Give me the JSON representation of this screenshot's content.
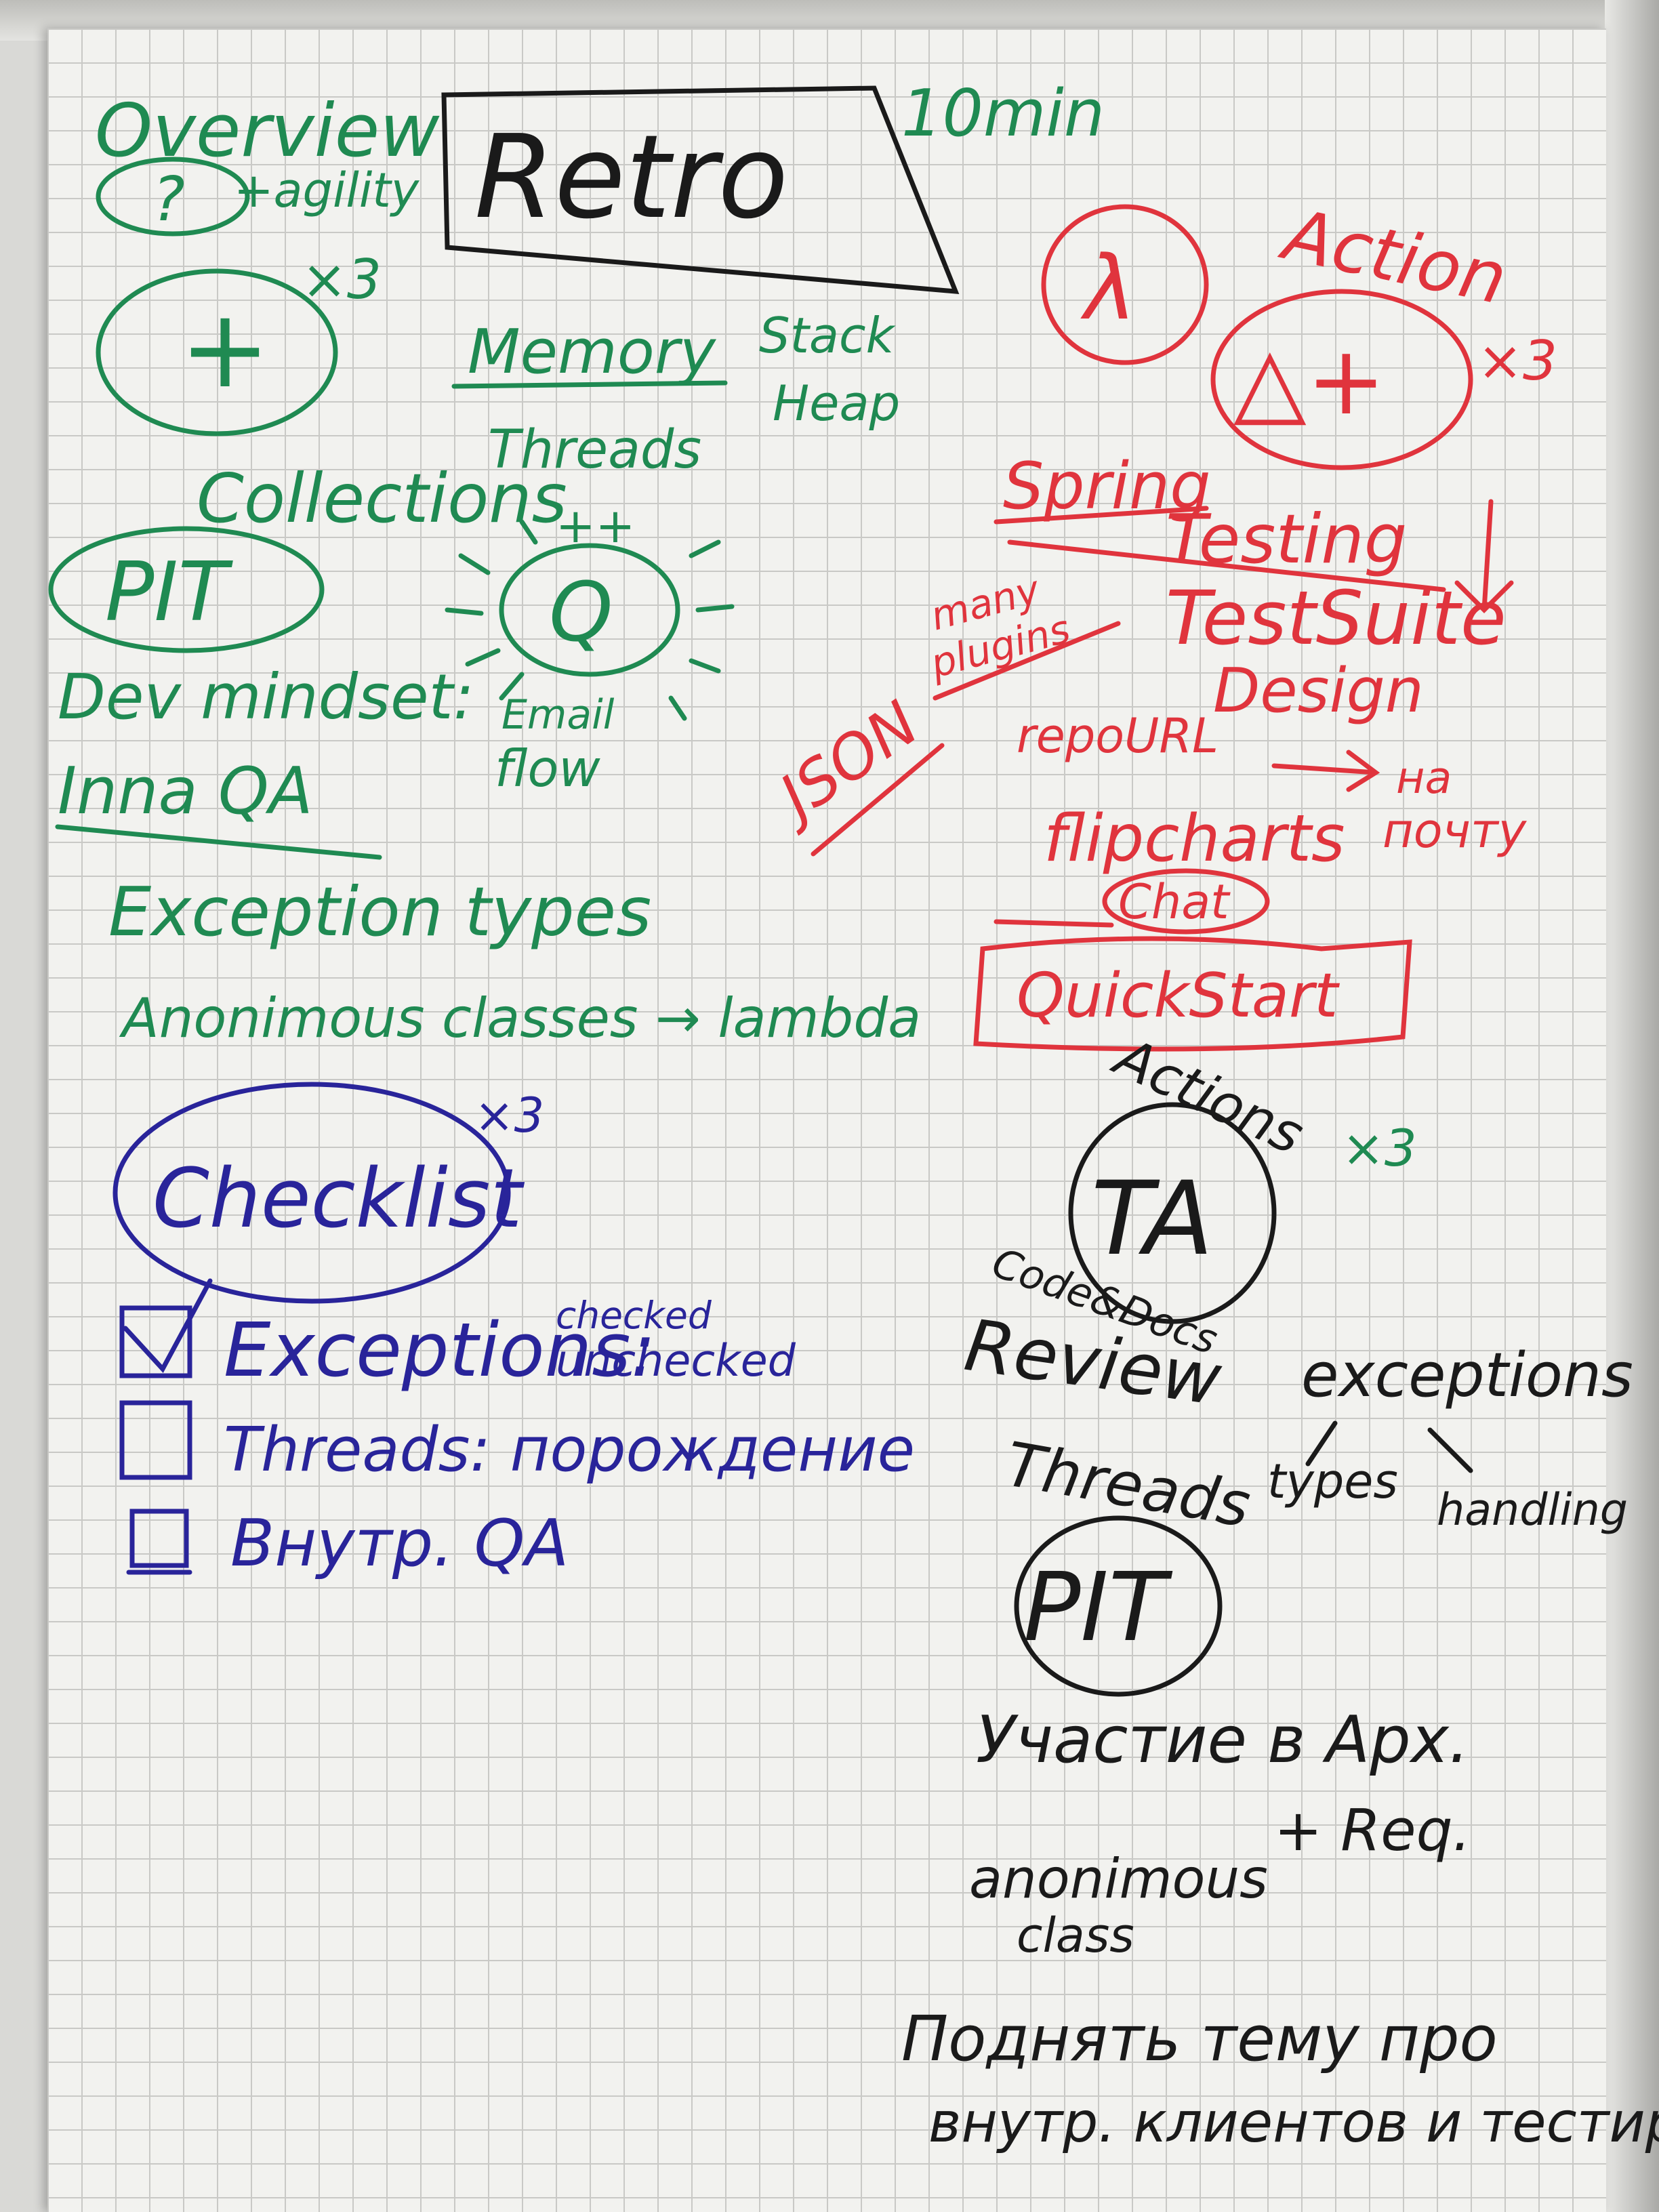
{
  "top_left": {
    "overview": "Overview",
    "question_mark": "?",
    "agility": "+agility",
    "retro": "Retro",
    "time": "10min",
    "plus_symbol": "+",
    "x3_plus": "×3",
    "memory": "Memory",
    "stack": "Stack",
    "heap": "Heap",
    "threads": "Threads",
    "collections": "Collections",
    "plus_plus": "++",
    "pit": "PIT",
    "q": "Q",
    "dev_mindset": "Dev mindset:",
    "email_flow_1": "Email",
    "email_flow_2": "flow",
    "inna_qa": "Inna QA",
    "exception_types": "Exception types",
    "anonymous_lambda": "Anonimous classes → lambda"
  },
  "top_right": {
    "delta_x": "λ",
    "action": "Action",
    "delta_plus": "△+",
    "x3_action": "×3",
    "spring": "Spring",
    "testing": "Testing",
    "many_plugins_1": "many",
    "many_plugins_2": "plugins",
    "testsuite": "TestSuite",
    "design": "Design",
    "json": "JSON",
    "repourl": "repoURL",
    "na_pochtu_1": "на",
    "na_pochtu_2": "почту",
    "flipcharts": "flipcharts",
    "chat": "Chat",
    "quickstart": "QuickStart"
  },
  "checklist": {
    "title": "Checklist",
    "x3": "×3",
    "items": [
      {
        "label": "Exceptions:",
        "checked": true
      },
      {
        "label": "Threads: порождение",
        "checked": false
      },
      {
        "label": "Внутр. QA",
        "checked": false
      }
    ],
    "checked_note": "checked",
    "unchecked_note": "unchecked"
  },
  "bottom_right": {
    "ta": "TA",
    "actions": "Actions",
    "x3": "×3",
    "code_docs": "Code&Docs",
    "review": "Review",
    "exceptions": "exceptions",
    "types": "types",
    "handling": "handling",
    "threads": "Threads",
    "pit": "PIT",
    "uchastie": "Участие в Арх.",
    "req": "+ Req.",
    "anonimous": "anonimous",
    "class": "class",
    "podnyat_1": "Поднять тему про",
    "podnyat_2": "внутр. клиентов и тестир."
  },
  "colors": {
    "green": "#1f8a52",
    "red": "#e0343d",
    "blue": "#29249a",
    "black": "#1a1a1a",
    "paper": "#f2f2ef"
  }
}
